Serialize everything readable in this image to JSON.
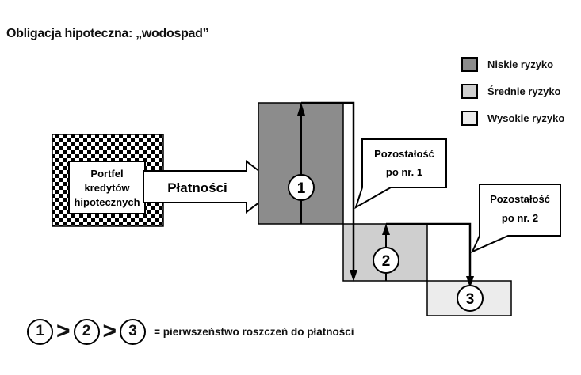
{
  "title": "Obligacja hipoteczna: „wodospad”",
  "legend": [
    {
      "label": "Niskie ryzyko",
      "color": "#8c8c8c"
    },
    {
      "label": "Średnie ryzyko",
      "color": "#cfcfcf"
    },
    {
      "label": "Wysokie ryzyko",
      "color": "#ececec"
    }
  ],
  "portfolio": {
    "line1": "Portfel",
    "line2": "kredytów",
    "line3": "hipotecznych"
  },
  "payments_label": "Płatności",
  "tranches": [
    "1",
    "2",
    "3"
  ],
  "callouts": [
    {
      "line1": "Pozostałość",
      "line2": "po nr. 1"
    },
    {
      "line1": "Pozostałość",
      "line2": "po nr. 2"
    }
  ],
  "priority": {
    "circles": [
      "1",
      "2",
      "3"
    ],
    "gt": ">",
    "text": "= pierwszeństwo roszczeń do płatności"
  }
}
